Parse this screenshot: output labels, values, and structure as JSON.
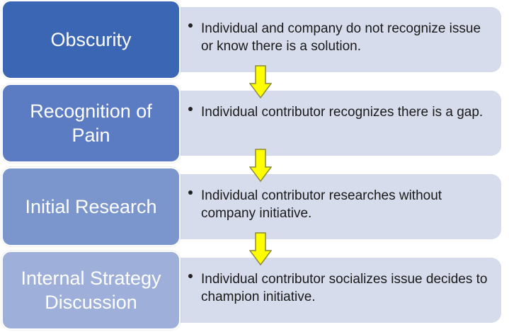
{
  "stages": [
    {
      "label": "Obscurity",
      "description": "Individual and company do not recognize issue or know there is a solution.",
      "color": "#3a66b4"
    },
    {
      "label": "Recognition of Pain",
      "description": "Individual contributor recognizes there is a gap.",
      "color": "#5b7cc3"
    },
    {
      "label": "Initial Research",
      "description": "Individual contributor researches without company initiative.",
      "color": "#7b95cd"
    },
    {
      "label": "Internal Strategy Discussion",
      "description": "Individual contributor socializes issue decides to champion initiative.",
      "color": "#9eb0d9"
    }
  ],
  "colors": {
    "description_panel": "#d6dcec",
    "arrow_fill": "#ffff00",
    "arrow_stroke": "#8a8a3a"
  }
}
